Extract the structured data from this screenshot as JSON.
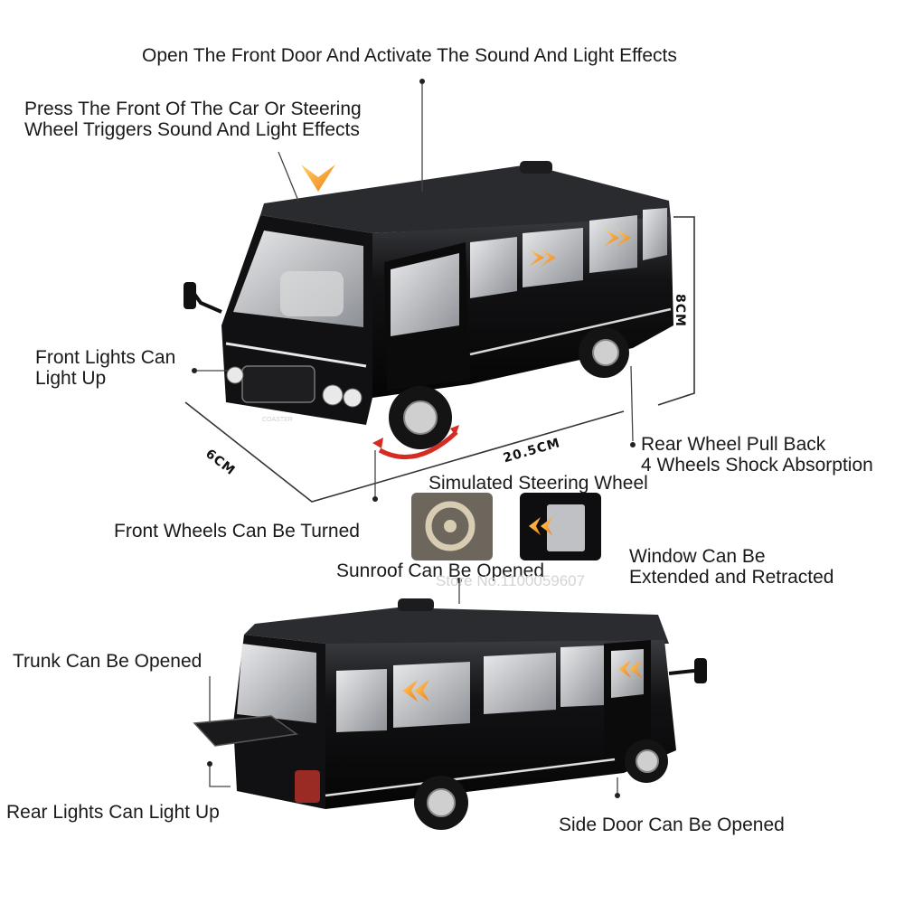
{
  "labels": {
    "front_door": "Open The Front Door And Activate The Sound And Light Effects",
    "press_front": [
      "Press The Front Of The Car Or Steering",
      "Wheel Triggers Sound And Light Effects"
    ],
    "front_lights": [
      "Front Lights Can",
      "Light Up"
    ],
    "rear_wheel": [
      "Rear Wheel Pull Back",
      "4 Wheels Shock Absorption"
    ],
    "steering": "Simulated Steering Wheel",
    "front_wheels": "Front Wheels Can Be Turned",
    "sunroof": "Sunroof Can Be Opened",
    "window": [
      "Window Can Be",
      "Extended and Retracted"
    ],
    "trunk": "Trunk Can Be Opened",
    "rear_lights": "Rear Lights Can Light Up",
    "side_door": "Side Door Can Be Opened"
  },
  "dimensions": {
    "height": "8CM",
    "width": "6CM",
    "length": "20.5CM"
  },
  "watermark": "Store No.1100059607",
  "badge_text": "COASTER",
  "colors": {
    "body": "#0e0e10",
    "glass": "#b9bcc0",
    "accent": "#f6a623",
    "rotate_arrow": "#d62b22"
  }
}
